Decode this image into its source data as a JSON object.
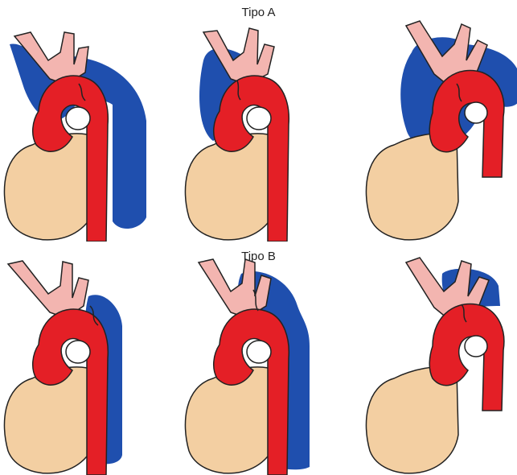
{
  "labels": {
    "type_a": "Tipo A",
    "type_b": "Tipo B"
  },
  "colors": {
    "background": "#ffffff",
    "aorta_red": "#e41f26",
    "aorta_red_dark": "#b51218",
    "dissection_blue": "#1f4fae",
    "heart_beige": "#f3cfa2",
    "heart_outline": "#222222",
    "vessel_pink": "#f3b5b0"
  },
  "rows": [
    {
      "label_key": "type_a",
      "panels": [
        "ascending-and-descending",
        "ascending-only",
        "arch-and-ascending"
      ]
    },
    {
      "label_key": "type_b",
      "panels": [
        "descending-full",
        "descending-from-arch",
        "arch-branches-only"
      ]
    }
  ]
}
